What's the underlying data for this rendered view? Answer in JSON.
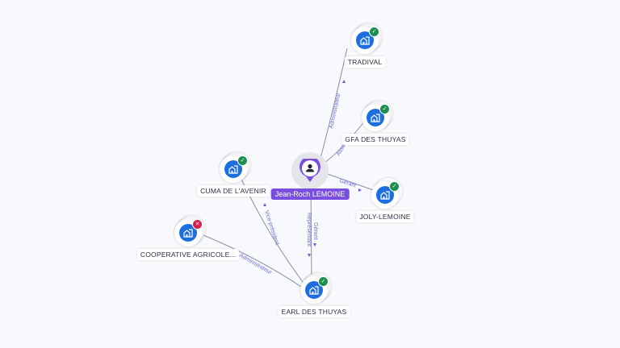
{
  "center": {
    "name": "Jean-Roch LEMOINE",
    "icon": "person-icon",
    "color": "#7a4fe0"
  },
  "nodes": [
    {
      "id": "tradival",
      "label": "TRADIVAL",
      "status": "active",
      "icon": "company-icon"
    },
    {
      "id": "gfa",
      "label": "GFA DES THUYAS",
      "status": "active",
      "icon": "company-icon"
    },
    {
      "id": "cuma",
      "label": "CUMA DE L'AVENIR",
      "status": "active",
      "icon": "company-icon"
    },
    {
      "id": "joly",
      "label": "JOLY-LEMOINE",
      "status": "active",
      "icon": "company-icon"
    },
    {
      "id": "coop",
      "label": "COOPERATIVE AGRICOLE...",
      "status": "closed",
      "icon": "company-icon"
    },
    {
      "id": "earl",
      "label": "EARL DES THUYAS",
      "status": "active",
      "icon": "company-icon"
    }
  ],
  "edges": [
    {
      "from": "center",
      "to": "tradival",
      "label": "Administrateur"
    },
    {
      "from": "center",
      "to": "gfa",
      "label": "Associé"
    },
    {
      "from": "center",
      "to": "joly",
      "label": "Gérant"
    },
    {
      "from": "center",
      "to": "earl",
      "label": "Gérant"
    },
    {
      "from": "center",
      "to": "earl",
      "label2": "Représentant"
    },
    {
      "from": "center",
      "to": "cuma",
      "label": "Vice-président",
      "via": "earl"
    },
    {
      "from": "coop",
      "to": "earl",
      "label": "Administrateur"
    }
  ],
  "status_colors": {
    "active": "#1e8e4e",
    "closed": "#d6204a",
    "company": "#1d6fe0"
  }
}
